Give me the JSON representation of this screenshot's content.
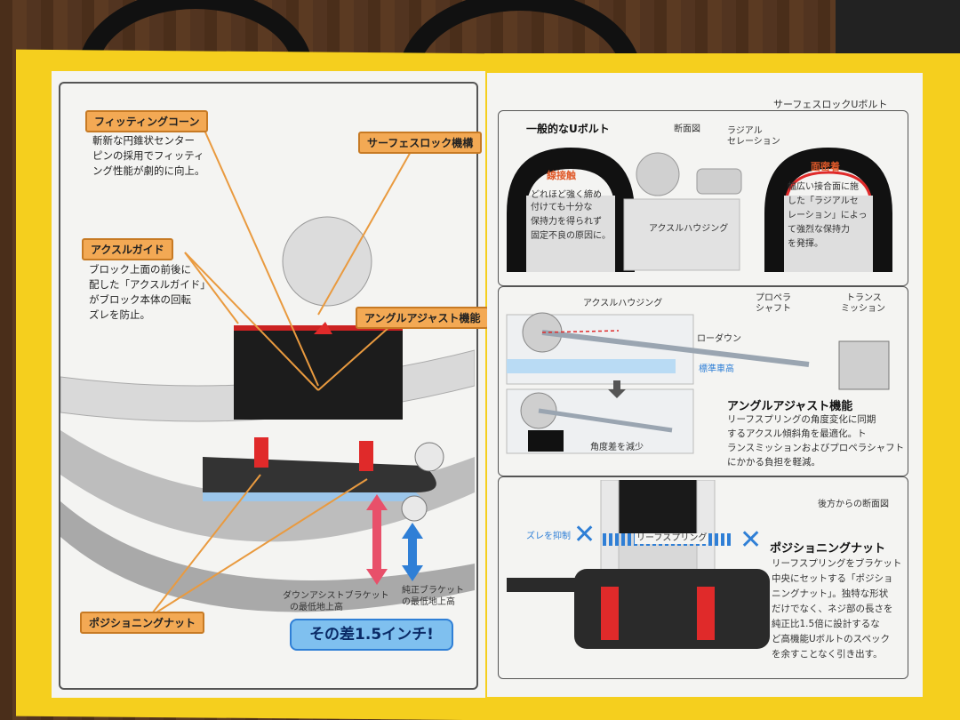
{
  "left_page": {
    "tags": {
      "fitting_cone": "フィッティングコーン",
      "surface_lock": "サーフェスロック機構",
      "axle_guide": "アクスルガイド",
      "angle_adjust": "アングルアジャスト機能",
      "positioning_nut": "ポジショニングナット"
    },
    "fitting_cone_text": [
      "斬新な円錐状センター",
      "ピンの採用でフィッティ",
      "ング性能が劇的に向上。"
    ],
    "axle_guide_text": [
      "ブロック上面の前後に",
      "配した「アクスルガイド」",
      "がブロック本体の回転",
      "ズレを防止。"
    ],
    "down_assist_label": [
      "ダウンアシストブラケット",
      "の最低地上高"
    ],
    "oem_label": [
      "純正ブラケット",
      "の最低地上高"
    ],
    "difference_banner": "その差1.5インチ!"
  },
  "right_page": {
    "section1": {
      "title": "サーフェスロックUボルト",
      "general": "一般的なUボルト",
      "cross_section": "断面図",
      "radial_serration": [
        "ラジアル",
        "セレーション"
      ],
      "line_contact": "線接触",
      "line_contact_text": [
        "どれほど強く締め",
        "付けても十分な",
        "保持力を得られず",
        "固定不良の原因に。"
      ],
      "axle_housing": "アクスルハウジング",
      "surface_contact": "面密着",
      "surface_contact_text": [
        "幅広い接合面に施",
        "した「ラジアルセ",
        "レーション」によっ",
        "て強烈な保持力",
        "を発揮。"
      ]
    },
    "section2": {
      "axle_housing": "アクスルハウジング",
      "propeller_shaft": [
        "プロペラ",
        "シャフト"
      ],
      "transmission": [
        "トランス",
        "ミッション"
      ],
      "lowered": "ローダウン",
      "stock_height": "標準車高",
      "angle_reduction": "角度差を減少",
      "title": "アングルアジャスト機能",
      "text": [
        "リーフスプリングの角度変化に同期",
        "するアクスル傾斜角を最適化。ト",
        "ランスミッションおよびプロペラシャフト",
        "にかかる負担を軽減。"
      ]
    },
    "section3": {
      "rear_section": "後方からの断面図",
      "prevent_shift": "ズレを抑制",
      "leaf_spring": "リーフスプリング",
      "title": "ポジショニングナット",
      "text": [
        "リーフスプリングをブラケット",
        "中央にセットする「ポジショ",
        "ニングナット」。独特な形状",
        "だけでなく、ネジ部の長さを",
        "純正比1.5倍に設計するな",
        "ど高機能Uボルトのスペック",
        "を余すことなく引き出す。"
      ]
    }
  },
  "colors": {
    "yellow": "#f5cf1e",
    "orange_tag": "#f3a954",
    "red": "#e02a2a",
    "blue": "#2f7fd6"
  }
}
